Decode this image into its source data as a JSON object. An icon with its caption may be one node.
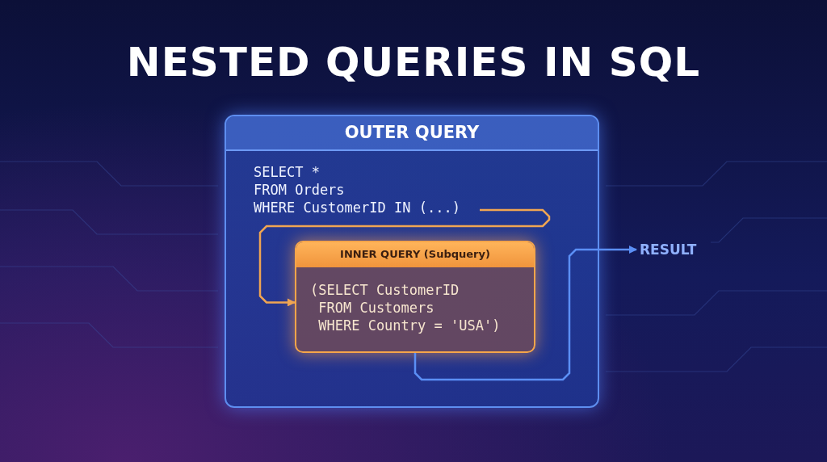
{
  "diagram": {
    "title": "NESTED QUERIES IN SQL",
    "nodes": [
      {
        "text": [
          "OUTER QUERY"
        ]
      },
      {
        "text": [
          "SELECT *",
          "FROM Orders",
          "WHERE CustomerID IN (...)"
        ],
        "in": 0
      },
      {
        "text": [
          "INNER QUERY (Subquery)",
          "(SELECT CustomerID",
          "FROM Customers",
          "WHERE Country = 'USA')"
        ],
        "in": 0
      },
      {
        "text": [
          "RESULT"
        ]
      }
    ],
    "edges": [
      {
        "from": 1,
        "to": 2,
        "arrow": "to",
        "color": "#f0a552"
      },
      {
        "from": 2,
        "to": 3,
        "arrow": "to",
        "color": "#5b8ff5"
      }
    ]
  }
}
